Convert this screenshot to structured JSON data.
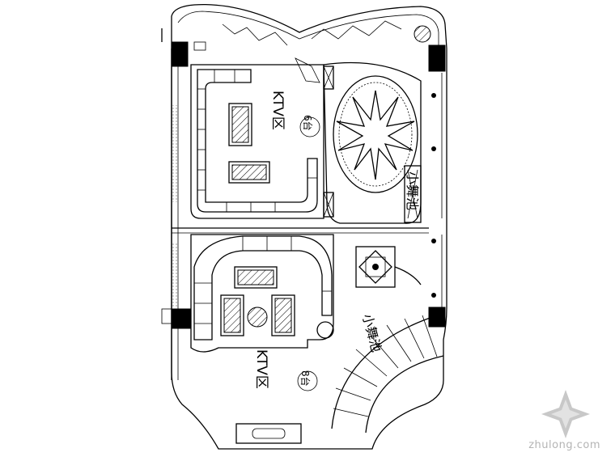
{
  "plan": {
    "rooms": [
      {
        "zone": "KTV区",
        "number": "6台"
      },
      {
        "zone": "KTV区",
        "number": "8台"
      }
    ],
    "pools": [
      {
        "label": "小舞池"
      },
      {
        "label": "小舞池"
      }
    ]
  },
  "watermark": {
    "text": "zhulong.com",
    "color": "#b4b4b4"
  }
}
